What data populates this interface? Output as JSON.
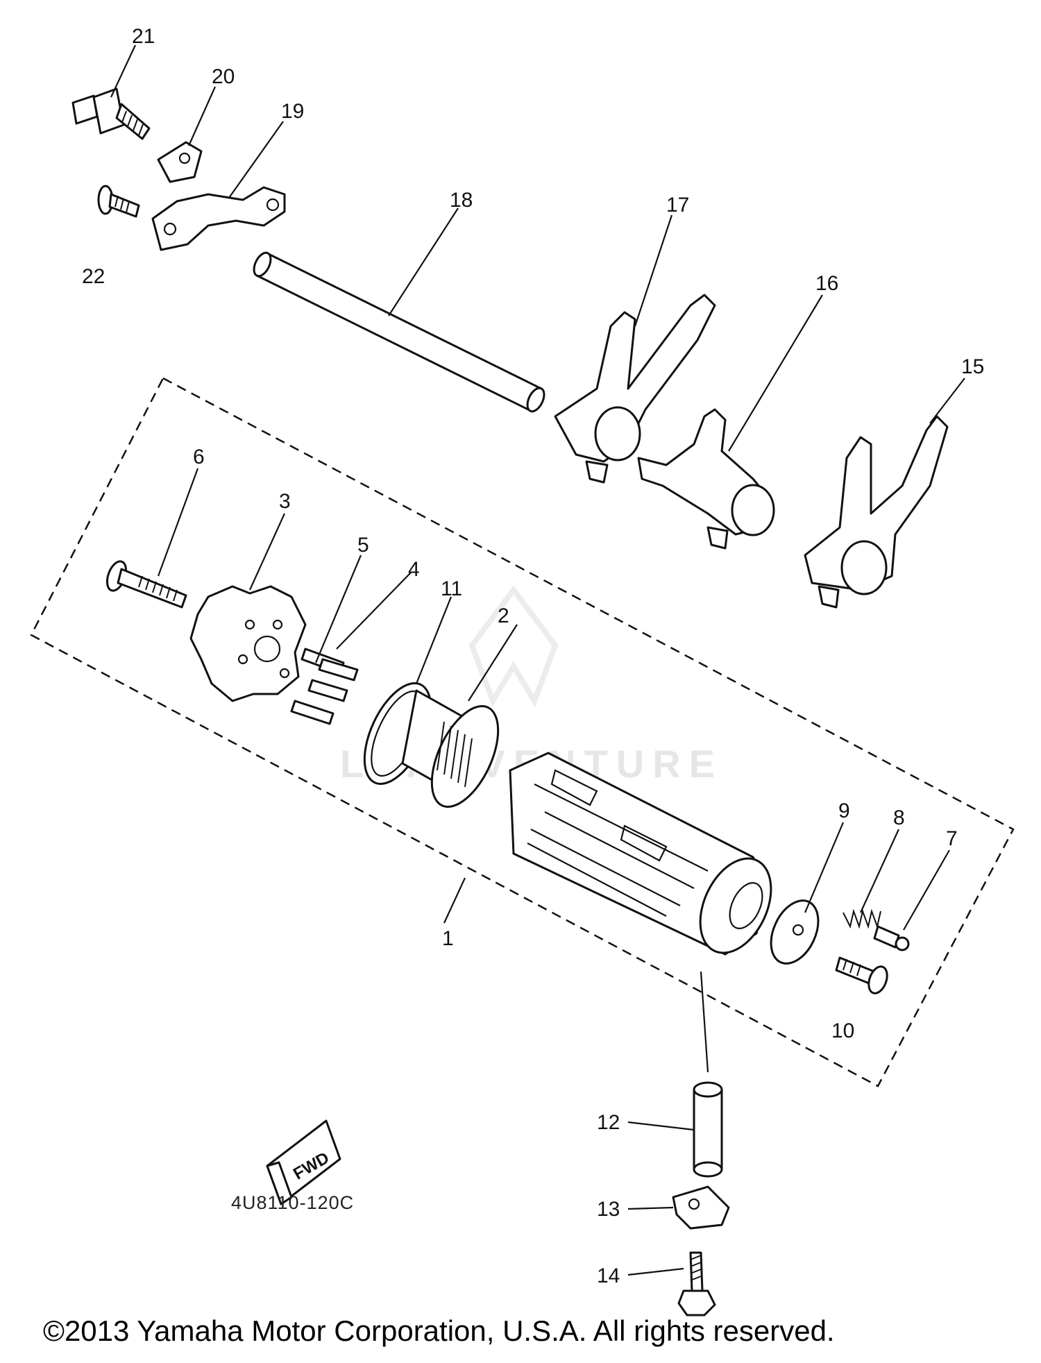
{
  "callouts": [
    {
      "id": "1",
      "text": "1"
    },
    {
      "id": "2",
      "text": "2"
    },
    {
      "id": "3",
      "text": "3"
    },
    {
      "id": "4",
      "text": "4"
    },
    {
      "id": "5",
      "text": "5"
    },
    {
      "id": "6",
      "text": "6"
    },
    {
      "id": "7",
      "text": "7"
    },
    {
      "id": "8",
      "text": "8"
    },
    {
      "id": "9",
      "text": "9"
    },
    {
      "id": "10",
      "text": "10"
    },
    {
      "id": "11",
      "text": "11"
    },
    {
      "id": "12",
      "text": "12"
    },
    {
      "id": "13",
      "text": "13"
    },
    {
      "id": "14",
      "text": "14"
    },
    {
      "id": "15",
      "text": "15"
    },
    {
      "id": "16",
      "text": "16"
    },
    {
      "id": "17",
      "text": "17"
    },
    {
      "id": "18",
      "text": "18"
    },
    {
      "id": "19",
      "text": "19"
    },
    {
      "id": "20",
      "text": "20"
    },
    {
      "id": "21",
      "text": "21"
    },
    {
      "id": "22",
      "text": "22"
    }
  ],
  "fwd_label": "FWD",
  "diagram_code": "4U8110-120C",
  "copyright": "©2013 Yamaha Motor Corporation, U.S.A. All rights reserved.",
  "watermark": "LEADVENTURE"
}
